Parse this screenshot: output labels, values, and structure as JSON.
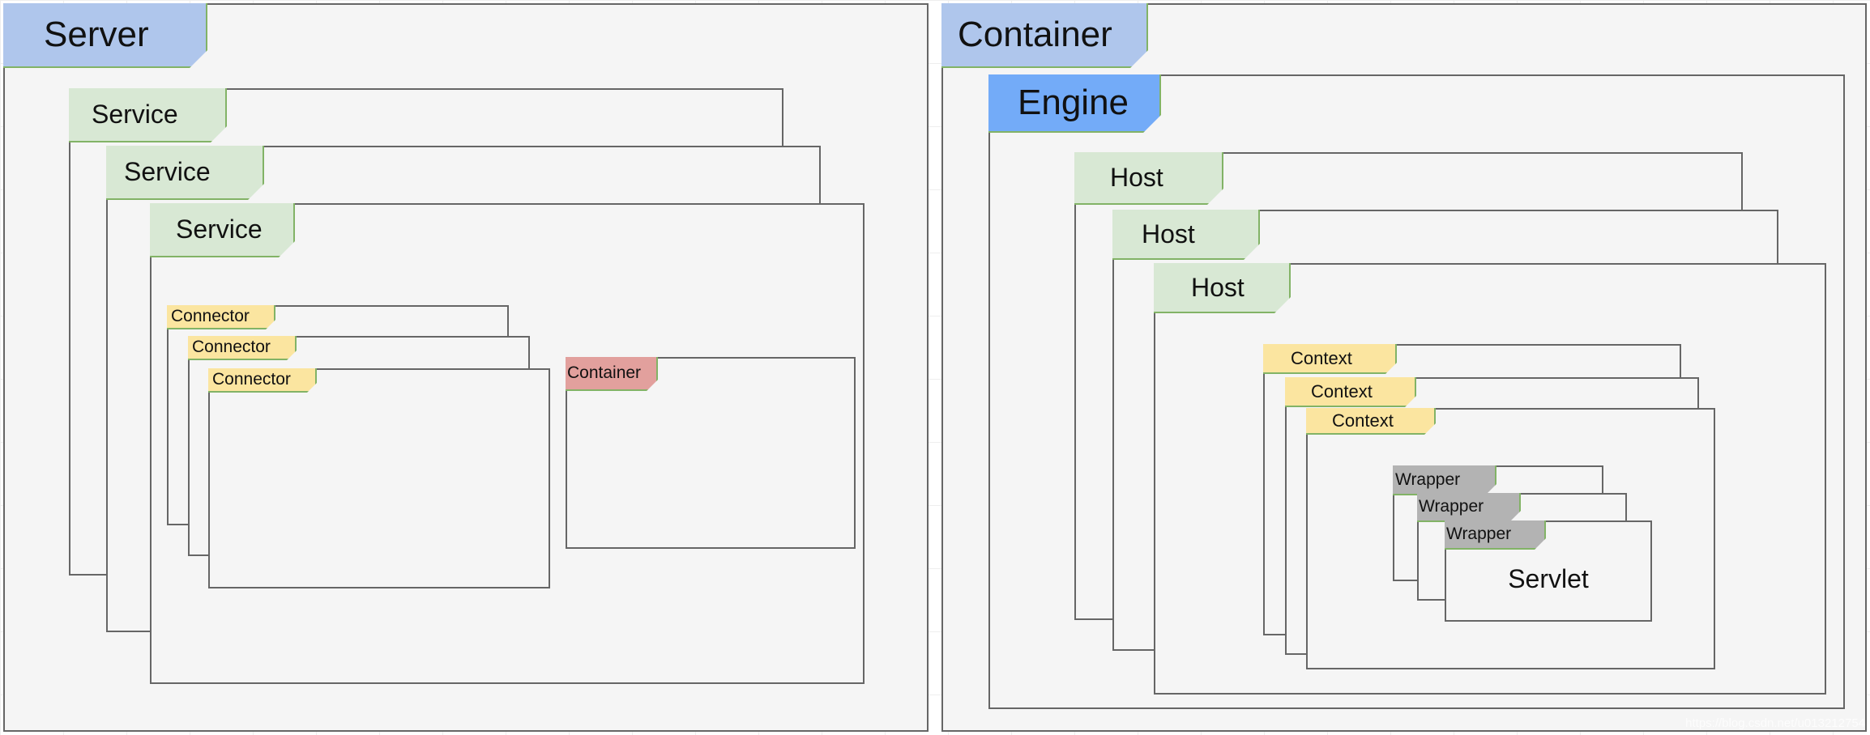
{
  "colors": {
    "blue_tag": "#afc6ec",
    "engine_tag": "#73abf8",
    "green_tag": "#d8e8d4",
    "yellow_tag": "#fbe5a0",
    "red_tag": "#e2a09d",
    "gray_tag": "#b3b3b3",
    "tag_border": "#82b366",
    "box_border": "#666666",
    "box_fill": "#f5f5f5"
  },
  "left": {
    "server": "Server",
    "services": [
      "Service",
      "Service",
      "Service"
    ],
    "connectors": [
      "Connector",
      "Connector",
      "Connector"
    ],
    "container": "Container"
  },
  "right": {
    "container": "Container",
    "engine": "Engine",
    "hosts": [
      "Host",
      "Host",
      "Host"
    ],
    "contexts": [
      "Context",
      "Context",
      "Context"
    ],
    "wrappers": [
      "Wrapper",
      "Wrapper",
      "Wrapper"
    ],
    "servlet": "Servlet"
  },
  "watermark": "https://blog.csdn.net/u013212754"
}
